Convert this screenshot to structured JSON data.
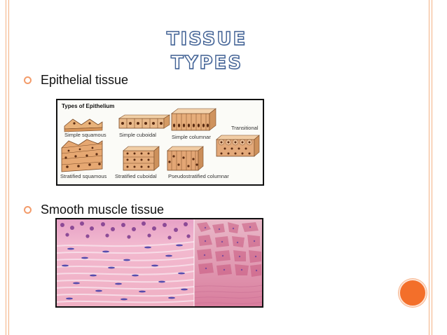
{
  "slide": {
    "title": "TISSUE TYPES",
    "bullets": [
      {
        "icon": "ring-bullet-icon",
        "text": "Epithelial tissue"
      },
      {
        "icon": "ring-bullet-icon",
        "text": "Smooth muscle tissue"
      }
    ],
    "colors": {
      "title_outline": "#3f5f92",
      "bullet": "#f39c6b",
      "accent_circle": "#f36f2a",
      "border_lines": "#f4b183"
    }
  },
  "epithelium_figure": {
    "title": "Types of Epithelium",
    "labels": {
      "simple_squamous": "Simple squamous",
      "simple_cuboidal": "Simple cuboidal",
      "simple_columnar": "Simple columnar",
      "transitional": "Transitional",
      "stratified_squamous": "Stratified squamous",
      "stratified_cuboidal": "Stratified cuboidal",
      "pseudostratified_columnar": "Pseudostratified columnar"
    }
  },
  "muscle_figure": {
    "description_icon": "smooth-muscle-micrograph"
  }
}
